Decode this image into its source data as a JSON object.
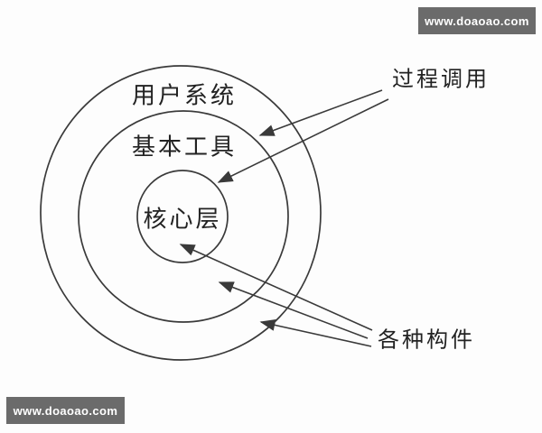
{
  "page": {
    "background_color": "#fdfdfd"
  },
  "watermark": {
    "text": "www.doaoao.com",
    "background_color": "#6b6b6b",
    "text_color": "#ffffff"
  },
  "diagram": {
    "line_color": "#3a3a3a",
    "text_color": "#222222",
    "layers": [
      {
        "id": "outer",
        "label": "用户系统"
      },
      {
        "id": "middle",
        "label": "基本工具"
      },
      {
        "id": "inner",
        "label": "核心层"
      }
    ],
    "annotations": [
      {
        "id": "procedure-call",
        "label": "过程调用",
        "arrow_count": 2
      },
      {
        "id": "components",
        "label": "各种构件",
        "arrow_count": 3
      }
    ]
  }
}
